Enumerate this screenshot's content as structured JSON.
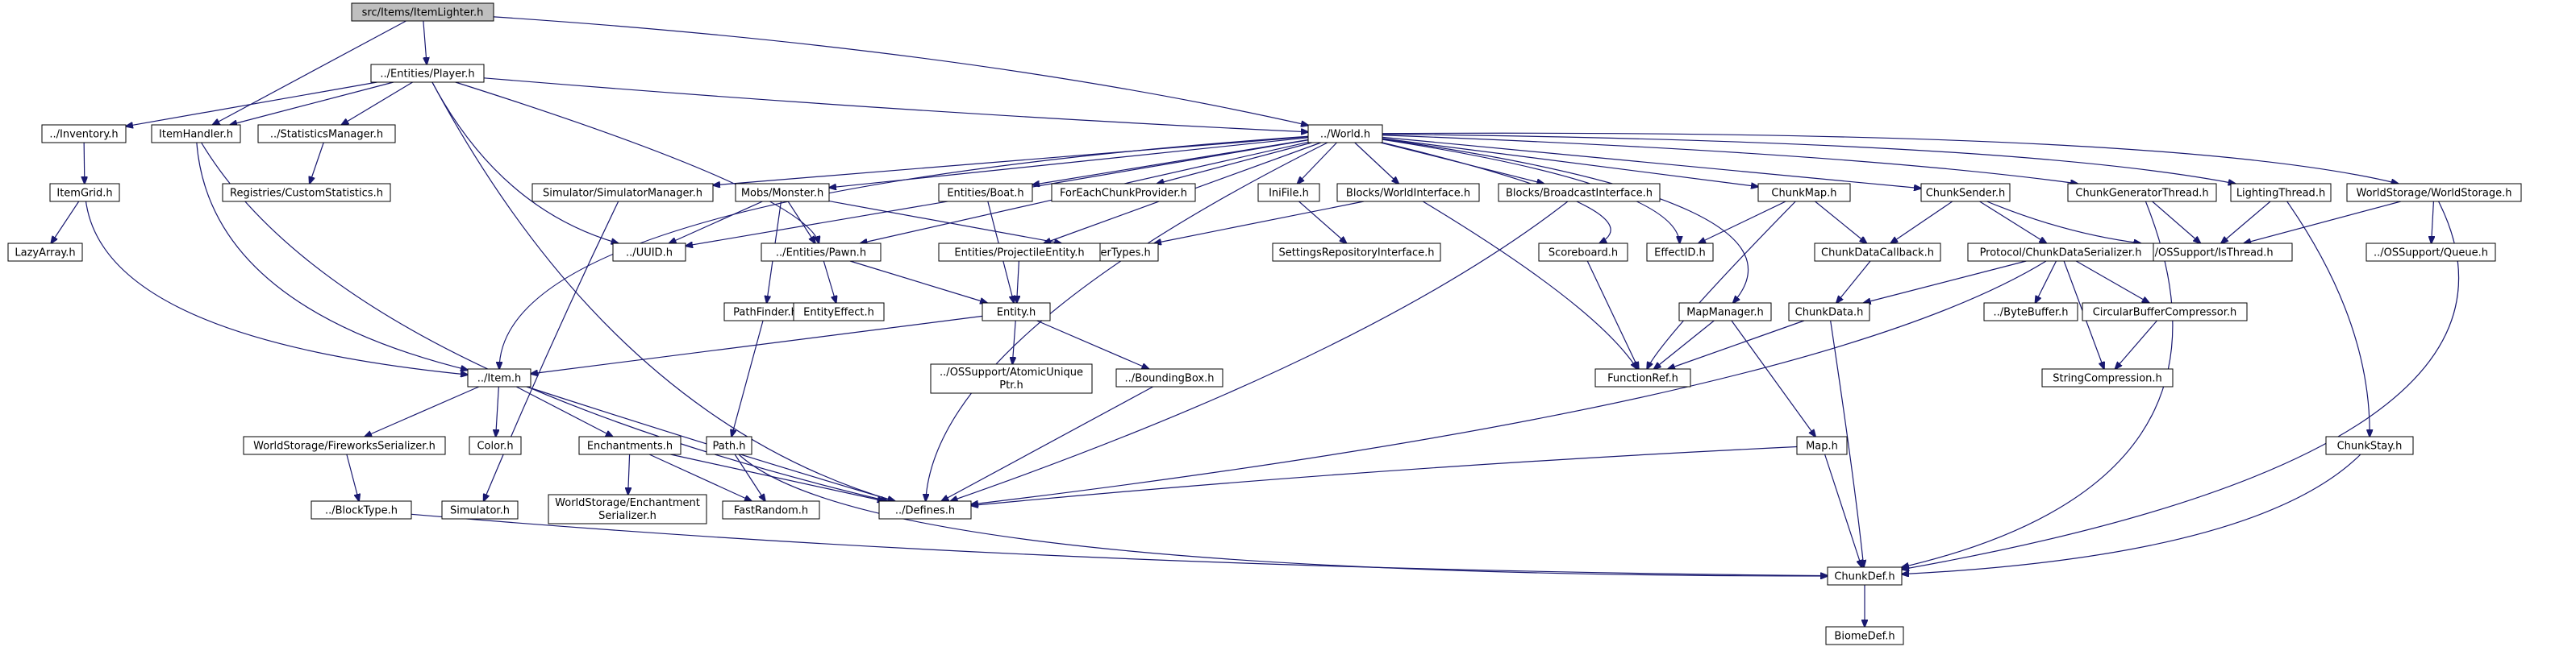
{
  "diagram": {
    "root": "src/Items/ItemLighter.h",
    "colors": {
      "edge": "#191970",
      "node_border": "#000000",
      "node_fill": "#ffffff",
      "root_fill": "#bfbfbf"
    },
    "nodes": [
      {
        "id": "n_root",
        "label": "src/Items/ItemLighter.h",
        "root": true
      },
      {
        "id": "n_player",
        "label": "../Entities/Player.h"
      },
      {
        "id": "n_inventory",
        "label": "../Inventory.h"
      },
      {
        "id": "n_itemhandler",
        "label": "ItemHandler.h"
      },
      {
        "id": "n_statsmgr",
        "label": "../StatisticsManager.h"
      },
      {
        "id": "n_world",
        "label": "../World.h"
      },
      {
        "id": "n_itemgrid",
        "label": "ItemGrid.h"
      },
      {
        "id": "n_lazyarray",
        "label": "LazyArray.h"
      },
      {
        "id": "n_regstats",
        "label": "Registries/CustomStatistics.h"
      },
      {
        "id": "n_simmgr",
        "label": "Simulator/SimulatorManager.h"
      },
      {
        "id": "n_monster",
        "label": "Mobs/Monster.h"
      },
      {
        "id": "n_uuid",
        "label": "../UUID.h"
      },
      {
        "id": "n_pawn",
        "label": "../Entities/Pawn.h"
      },
      {
        "id": "n_monstertypes",
        "label": "MonsterTypes.h"
      },
      {
        "id": "n_boat",
        "label": "Entities/Boat.h"
      },
      {
        "id": "n_projectile",
        "label": "Entities/ProjectileEntity.h"
      },
      {
        "id": "n_foreach",
        "label": "ForEachChunkProvider.h"
      },
      {
        "id": "n_inifile",
        "label": "IniFile.h"
      },
      {
        "id": "n_settingsrepo",
        "label": "SettingsRepositoryInterface.h"
      },
      {
        "id": "n_worldif",
        "label": "Blocks/WorldInterface.h"
      },
      {
        "id": "n_bcastif",
        "label": "Blocks/BroadcastInterface.h"
      },
      {
        "id": "n_scoreboard",
        "label": "Scoreboard.h"
      },
      {
        "id": "n_effectid",
        "label": "EffectID.h"
      },
      {
        "id": "n_chunkmap",
        "label": "ChunkMap.h"
      },
      {
        "id": "n_chunksender",
        "label": "ChunkSender.h"
      },
      {
        "id": "n_chunkgenthread",
        "label": "ChunkGeneratorThread.h"
      },
      {
        "id": "n_lightthread",
        "label": "LightingThread.h"
      },
      {
        "id": "n_worldstorage",
        "label": "WorldStorage/WorldStorage.h"
      },
      {
        "id": "n_isthread",
        "label": "../OSSupport/IsThread.h"
      },
      {
        "id": "n_queue",
        "label": "../OSSupport/Queue.h"
      },
      {
        "id": "n_chunkdatacb",
        "label": "ChunkDataCallback.h"
      },
      {
        "id": "n_cdserializer",
        "label": "Protocol/ChunkDataSerializer.h"
      },
      {
        "id": "n_chunkdata",
        "label": "ChunkData.h"
      },
      {
        "id": "n_bytebuffer",
        "label": "../ByteBuffer.h"
      },
      {
        "id": "n_circbuf",
        "label": "CircularBufferCompressor.h"
      },
      {
        "id": "n_strcomp",
        "label": "StringCompression.h"
      },
      {
        "id": "n_pathfinder",
        "label": "PathFinder.h"
      },
      {
        "id": "n_entityeffect",
        "label": "EntityEffect.h"
      },
      {
        "id": "n_entity",
        "label": "Entity.h"
      },
      {
        "id": "n_atomicuniq",
        "label": "../OSSupport/AtomicUnique",
        "label2": "Ptr.h"
      },
      {
        "id": "n_bbox",
        "label": "../BoundingBox.h"
      },
      {
        "id": "n_mapmgr",
        "label": "MapManager.h"
      },
      {
        "id": "n_funcref",
        "label": "FunctionRef.h"
      },
      {
        "id": "n_item",
        "label": "../Item.h"
      },
      {
        "id": "n_fireworks",
        "label": "WorldStorage/FireworksSerializer.h"
      },
      {
        "id": "n_color",
        "label": "Color.h"
      },
      {
        "id": "n_enchant",
        "label": "Enchantments.h"
      },
      {
        "id": "n_path",
        "label": "Path.h"
      },
      {
        "id": "n_map",
        "label": "Map.h"
      },
      {
        "id": "n_chunkstay",
        "label": "ChunkStay.h"
      },
      {
        "id": "n_blocktype",
        "label": "../BlockType.h"
      },
      {
        "id": "n_simulator",
        "label": "Simulator.h"
      },
      {
        "id": "n_enchser",
        "label": "WorldStorage/Enchantment",
        "label2": "Serializer.h"
      },
      {
        "id": "n_fastrandom",
        "label": "FastRandom.h"
      },
      {
        "id": "n_defines",
        "label": "../Defines.h"
      },
      {
        "id": "n_chunkdef",
        "label": "ChunkDef.h"
      },
      {
        "id": "n_biomedef",
        "label": "BiomeDef.h"
      }
    ],
    "edges": [
      [
        "n_root",
        "n_player"
      ],
      [
        "n_root",
        "n_itemhandler"
      ],
      [
        "n_root",
        "n_world"
      ],
      [
        "n_player",
        "n_inventory"
      ],
      [
        "n_player",
        "n_itemhandler"
      ],
      [
        "n_player",
        "n_statsmgr"
      ],
      [
        "n_player",
        "n_world"
      ],
      [
        "n_player",
        "n_uuid"
      ],
      [
        "n_player",
        "n_pawn"
      ],
      [
        "n_player",
        "n_defines"
      ],
      [
        "n_inventory",
        "n_itemgrid"
      ],
      [
        "n_itemgrid",
        "n_lazyarray"
      ],
      [
        "n_itemgrid",
        "n_item"
      ],
      [
        "n_itemhandler",
        "n_item"
      ],
      [
        "n_itemhandler",
        "n_defines"
      ],
      [
        "n_statsmgr",
        "n_regstats"
      ],
      [
        "n_world",
        "n_item"
      ],
      [
        "n_world",
        "n_simmgr"
      ],
      [
        "n_world",
        "n_monster"
      ],
      [
        "n_world",
        "n_uuid"
      ],
      [
        "n_world",
        "n_pawn"
      ],
      [
        "n_world",
        "n_projectile"
      ],
      [
        "n_world",
        "n_boat"
      ],
      [
        "n_world",
        "n_foreach"
      ],
      [
        "n_world",
        "n_inifile"
      ],
      [
        "n_world",
        "n_worldif"
      ],
      [
        "n_world",
        "n_bcastif"
      ],
      [
        "n_world",
        "n_scoreboard"
      ],
      [
        "n_world",
        "n_effectid"
      ],
      [
        "n_world",
        "n_chunkmap"
      ],
      [
        "n_world",
        "n_mapmgr"
      ],
      [
        "n_world",
        "n_chunksender"
      ],
      [
        "n_world",
        "n_chunkgenthread"
      ],
      [
        "n_world",
        "n_lightthread"
      ],
      [
        "n_world",
        "n_worldstorage"
      ],
      [
        "n_world",
        "n_defines"
      ],
      [
        "n_simmgr",
        "n_simulator"
      ],
      [
        "n_monster",
        "n_uuid"
      ],
      [
        "n_monster",
        "n_pawn"
      ],
      [
        "n_monster",
        "n_monstertypes"
      ],
      [
        "n_monster",
        "n_pathfinder"
      ],
      [
        "n_pawn",
        "n_entityeffect"
      ],
      [
        "n_pawn",
        "n_entity"
      ],
      [
        "n_boat",
        "n_entity"
      ],
      [
        "n_projectile",
        "n_entity"
      ],
      [
        "n_inifile",
        "n_settingsrepo"
      ],
      [
        "n_worldif",
        "n_monstertypes"
      ],
      [
        "n_worldif",
        "n_funcref"
      ],
      [
        "n_bcastif",
        "n_defines"
      ],
      [
        "n_scoreboard",
        "n_funcref"
      ],
      [
        "n_chunkmap",
        "n_effectid"
      ],
      [
        "n_chunkmap",
        "n_chunkdatacb"
      ],
      [
        "n_chunkmap",
        "n_funcref"
      ],
      [
        "n_chunksender",
        "n_chunkdatacb"
      ],
      [
        "n_chunksender",
        "n_cdserializer"
      ],
      [
        "n_chunksender",
        "n_isthread"
      ],
      [
        "n_chunkgenthread",
        "n_isthread"
      ],
      [
        "n_chunkgenthread",
        "n_chunkdef"
      ],
      [
        "n_lightthread",
        "n_isthread"
      ],
      [
        "n_lightthread",
        "n_chunkstay"
      ],
      [
        "n_worldstorage",
        "n_isthread"
      ],
      [
        "n_worldstorage",
        "n_queue"
      ],
      [
        "n_worldstorage",
        "n_chunkdef"
      ],
      [
        "n_chunkdatacb",
        "n_chunkdata"
      ],
      [
        "n_cdserializer",
        "n_chunkdata"
      ],
      [
        "n_cdserializer",
        "n_bytebuffer"
      ],
      [
        "n_cdserializer",
        "n_circbuf"
      ],
      [
        "n_cdserializer",
        "n_strcomp"
      ],
      [
        "n_cdserializer",
        "n_defines"
      ],
      [
        "n_circbuf",
        "n_strcomp"
      ],
      [
        "n_chunkdata",
        "n_funcref"
      ],
      [
        "n_chunkdata",
        "n_chunkdef"
      ],
      [
        "n_pathfinder",
        "n_path"
      ],
      [
        "n_entity",
        "n_item"
      ],
      [
        "n_entity",
        "n_atomicuniq"
      ],
      [
        "n_entity",
        "n_bbox"
      ],
      [
        "n_bbox",
        "n_defines"
      ],
      [
        "n_mapmgr",
        "n_funcref"
      ],
      [
        "n_mapmgr",
        "n_map"
      ],
      [
        "n_item",
        "n_fireworks"
      ],
      [
        "n_item",
        "n_color"
      ],
      [
        "n_item",
        "n_enchant"
      ],
      [
        "n_item",
        "n_defines"
      ],
      [
        "n_fireworks",
        "n_blocktype"
      ],
      [
        "n_enchant",
        "n_enchser"
      ],
      [
        "n_enchant",
        "n_fastrandom"
      ],
      [
        "n_enchant",
        "n_defines"
      ],
      [
        "n_path",
        "n_fastrandom"
      ],
      [
        "n_path",
        "n_chunkdef"
      ],
      [
        "n_map",
        "n_defines"
      ],
      [
        "n_map",
        "n_chunkdef"
      ],
      [
        "n_chunkstay",
        "n_chunkdef"
      ],
      [
        "n_blocktype",
        "n_chunkdef"
      ],
      [
        "n_chunkdef",
        "n_biomedef"
      ]
    ]
  }
}
